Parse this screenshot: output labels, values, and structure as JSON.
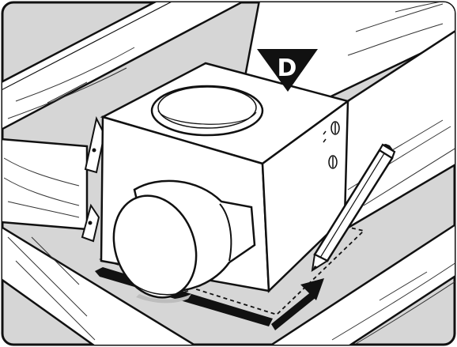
{
  "callout": {
    "letter": "D"
  },
  "colors": {
    "ink": "#111111",
    "ceiling": "#d9d9d9",
    "joist": "#ffffff",
    "box": "#ffffff",
    "shadow": "#bdbdbd"
  },
  "parts": {
    "box": "fan-housing",
    "collar": "round-duct-collar",
    "outlet": "top-round-outlet",
    "tool": "pencil",
    "mark": "dashed-trace-outline",
    "arrows": "trace-direction-arrows"
  }
}
